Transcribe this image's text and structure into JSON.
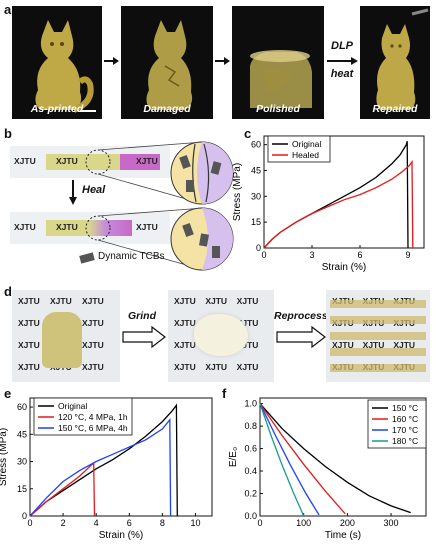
{
  "panel_labels": {
    "a": "a",
    "b": "b",
    "c": "c",
    "d": "d",
    "e": "e",
    "f": "f"
  },
  "panel_a": {
    "captions": [
      "As-printed",
      "Damaged",
      "Polished",
      "Repaired"
    ],
    "process_top": "DLP",
    "process_bottom": "heat"
  },
  "panel_b": {
    "xjtu": "XJTU",
    "heal_label": "Heal",
    "legend_label": "Dynamic TCBs"
  },
  "panel_d": {
    "xjtu": "XJTU",
    "grind_label": "Grind",
    "reprocess_label": "Reprocess"
  },
  "colors": {
    "original": "#000000",
    "healed": "#e41a1c",
    "blue": "#1f3fff",
    "green": "#1a9a8c"
  },
  "chart_data": [
    {
      "id": "c",
      "type": "line",
      "xlabel": "Strain (%)",
      "ylabel": "Stress (MPa)",
      "xlim": [
        0,
        10
      ],
      "ylim": [
        0,
        65
      ],
      "xticks": [
        0,
        3,
        6,
        9
      ],
      "yticks": [
        0,
        15,
        30,
        45,
        60
      ],
      "legend": "top-left",
      "series": [
        {
          "name": "Original",
          "color": "#000000",
          "x": [
            0,
            0.5,
            1,
            2,
            3,
            4,
            5,
            6,
            7,
            8,
            8.5,
            8.9,
            8.95,
            9
          ],
          "y": [
            0,
            5,
            9,
            15,
            20,
            25,
            30,
            35,
            41,
            49,
            54,
            60,
            62,
            0
          ]
        },
        {
          "name": "Healed",
          "color": "#e41a1c",
          "x": [
            0,
            0.5,
            1,
            2,
            3,
            4,
            5,
            6,
            7,
            8,
            8.6,
            9.1,
            9.25,
            9.3
          ],
          "y": [
            0,
            5,
            9,
            15,
            20,
            24,
            28,
            31,
            35,
            40,
            44,
            48,
            50,
            0
          ]
        }
      ]
    },
    {
      "id": "e",
      "type": "line",
      "xlabel": "Strain (%)",
      "ylabel": "Stress (MPa)",
      "xlim": [
        0,
        11
      ],
      "ylim": [
        0,
        65
      ],
      "xticks": [
        0,
        2,
        4,
        6,
        8,
        10
      ],
      "yticks": [
        0,
        15,
        30,
        45,
        60
      ],
      "legend": "top-left",
      "series": [
        {
          "name": "Original",
          "color": "#000000",
          "x": [
            0,
            0.5,
            1,
            2,
            3,
            4,
            5,
            6,
            7,
            8,
            8.6,
            8.85,
            8.9
          ],
          "y": [
            0,
            4,
            8,
            14,
            20,
            26,
            31,
            37,
            44,
            52,
            58,
            61,
            0
          ]
        },
        {
          "name": "120 °C, 4 MPa, 1h",
          "color": "#e41a1c",
          "x": [
            0,
            0.5,
            1,
            2,
            3,
            3.7,
            3.85,
            3.9
          ],
          "y": [
            0,
            4,
            8,
            15,
            22,
            28,
            29,
            0
          ]
        },
        {
          "name": "150 °C, 6 MPa, 4h",
          "color": "#1f3fff",
          "x": [
            0,
            0.5,
            1,
            2,
            3,
            4,
            5,
            6,
            7,
            8,
            8.45,
            8.5
          ],
          "y": [
            0,
            5,
            10,
            19,
            25,
            30,
            34,
            38,
            42,
            48,
            53,
            0
          ]
        }
      ]
    },
    {
      "id": "f",
      "type": "line",
      "xlabel": "Time (s)",
      "ylabel": "E/E₀",
      "xlim": [
        0,
        380
      ],
      "ylim": [
        0,
        1.05
      ],
      "xticks": [
        0,
        100,
        200,
        300
      ],
      "yticks": [
        0.0,
        0.2,
        0.4,
        0.6,
        0.8,
        1.0
      ],
      "legend": "top-right",
      "series": [
        {
          "name": "150 °C",
          "color": "#000000",
          "x": [
            0,
            50,
            100,
            150,
            200,
            250,
            300,
            345
          ],
          "y": [
            1.0,
            0.78,
            0.6,
            0.44,
            0.3,
            0.18,
            0.09,
            0.03
          ]
        },
        {
          "name": "160 °C",
          "color": "#e41a1c",
          "x": [
            0,
            50,
            100,
            150,
            195
          ],
          "y": [
            1.0,
            0.72,
            0.46,
            0.22,
            0.02
          ]
        },
        {
          "name": "170 °C",
          "color": "#1f3fff",
          "x": [
            0,
            35,
            70,
            105,
            135
          ],
          "y": [
            1.0,
            0.72,
            0.45,
            0.2,
            0.01
          ]
        },
        {
          "name": "180 °C",
          "color": "#1a9a8c",
          "x": [
            0,
            25,
            50,
            75,
            100
          ],
          "y": [
            1.0,
            0.72,
            0.46,
            0.22,
            0.0
          ]
        }
      ]
    }
  ]
}
